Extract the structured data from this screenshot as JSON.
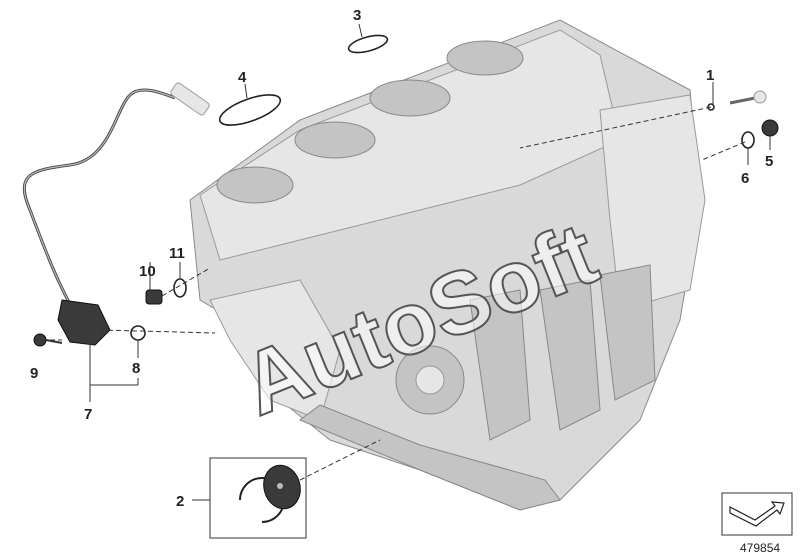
{
  "diagram": {
    "callouts": [
      "1",
      "2",
      "3",
      "4",
      "5",
      "6",
      "7",
      "8",
      "9",
      "10",
      "11"
    ],
    "watermark": "AutoSoft",
    "document_number": "479854",
    "icons": {
      "orientation": "direction-arrow-icon"
    }
  }
}
